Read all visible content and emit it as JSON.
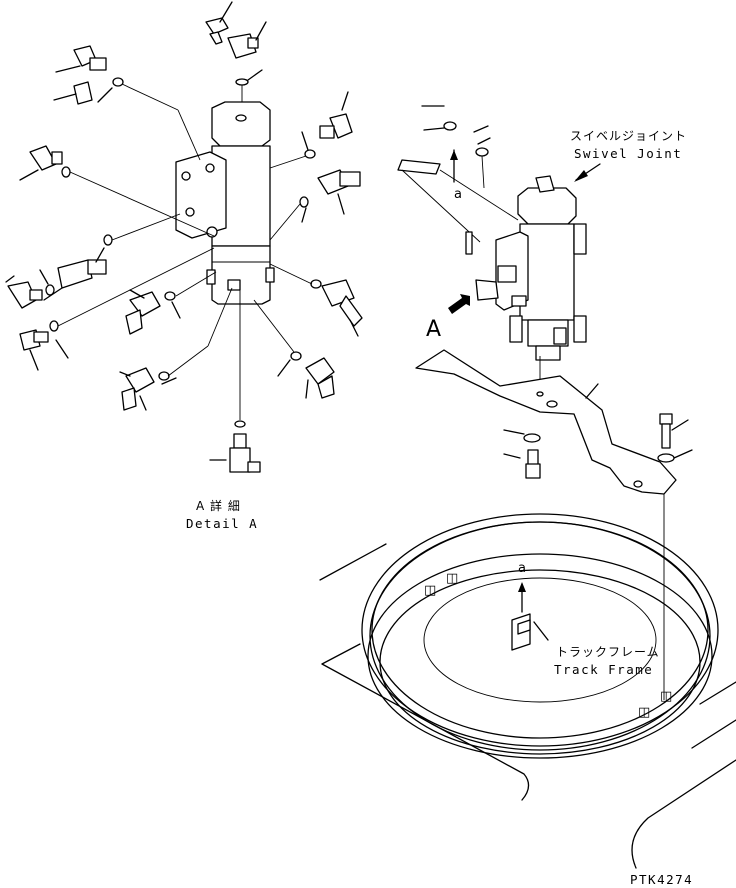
{
  "labels": {
    "detail_jp": "A 詳 細",
    "detail_en": "Detail A",
    "swivel_jp": "スイベルジョイント",
    "swivel_en": "Swivel Joint",
    "track_jp": "トラックフレーム",
    "track_en": "Track Frame",
    "view_arrow": "A",
    "mark_a_small": "a",
    "mark_a_frame": "a",
    "part_code": "PTK4274"
  }
}
